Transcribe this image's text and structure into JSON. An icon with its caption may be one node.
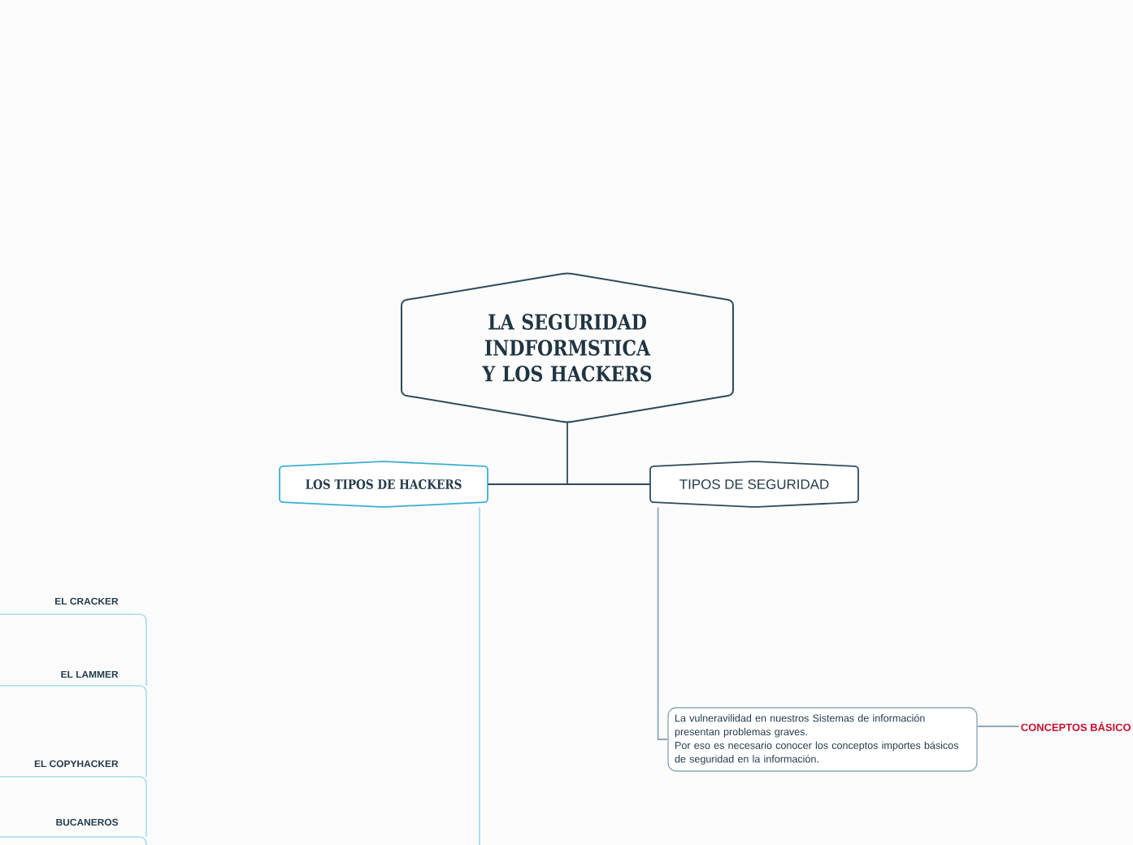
{
  "diagram": {
    "title": "LA SEGURIDAD INDFORMSTICA Y LOS HACKERS",
    "nodes": [
      {
        "text": [
          "LOS TIPOS DE HACKERS"
        ]
      },
      {
        "text": [
          "TIPOS DE SEGURIDAD"
        ]
      },
      {
        "text": [
          "La vulneravilidad en nuestros Sistemas de información presentan problemas graves.",
          "Por eso es necesario conocer los conceptos importes básicos de seguridad en la información."
        ]
      },
      {
        "text": [
          "CONCEPTOS BÁSICO"
        ]
      },
      {
        "text": [
          "EL CRACKER"
        ]
      },
      {
        "text": [
          "EL LAMMER"
        ]
      },
      {
        "text": [
          "EL COPYHACKER"
        ]
      },
      {
        "text": [
          "BUCANEROS"
        ]
      }
    ],
    "edges": [
      {
        "from": null,
        "to": 0,
        "arrow": "none"
      },
      {
        "from": null,
        "to": 1,
        "arrow": "none"
      },
      {
        "from": 1,
        "to": 2,
        "arrow": "none",
        "color": "#8fa8b8"
      },
      {
        "from": 2,
        "to": 3,
        "arrow": "none",
        "color": "#8fa8b8"
      },
      {
        "from": 0,
        "to": null,
        "arrow": "none",
        "color": "#a6dcea"
      }
    ]
  }
}
